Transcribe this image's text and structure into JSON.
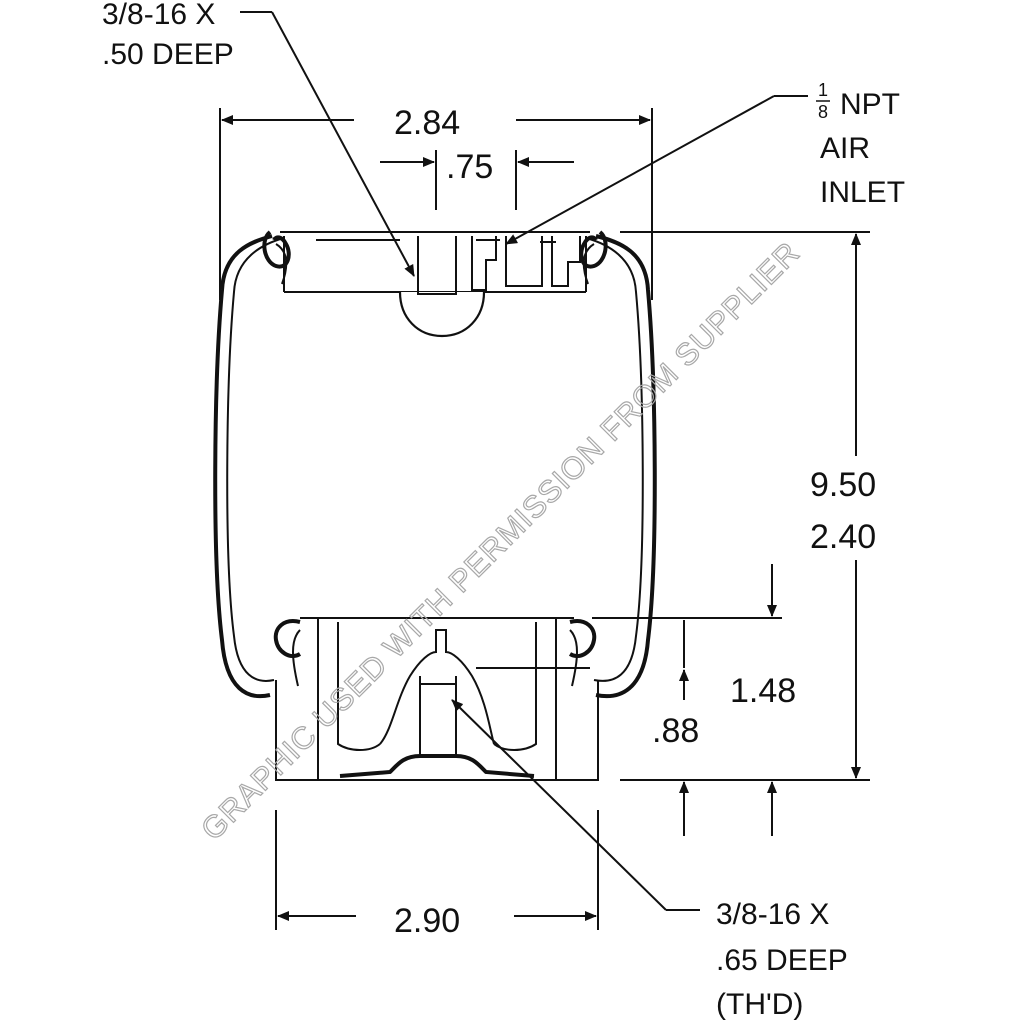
{
  "labels": {
    "top_thread_line1": "3/8-16 X",
    "top_thread_line2": ".50 DEEP",
    "width_top": "2.84",
    "port_spacing": ".75",
    "npt_num": "1",
    "npt_den": "8",
    "npt_text": "NPT",
    "air": "AIR",
    "inlet": "INLET",
    "max_height": "9.50",
    "min_height": "2.40",
    "piston_offset": "1.48",
    "piston_base": ".88",
    "width_bottom": "2.90",
    "bottom_thread_line1": "3/8-16 X",
    "bottom_thread_line2": ".65 DEEP",
    "bottom_thread_line3": "(TH'D)"
  },
  "watermark": "GRAPHIC USED WITH PERMISSION FROM SUPPLIER",
  "colors": {
    "line": "#111111",
    "watermark": "#a8a8a8",
    "background": "#ffffff"
  }
}
